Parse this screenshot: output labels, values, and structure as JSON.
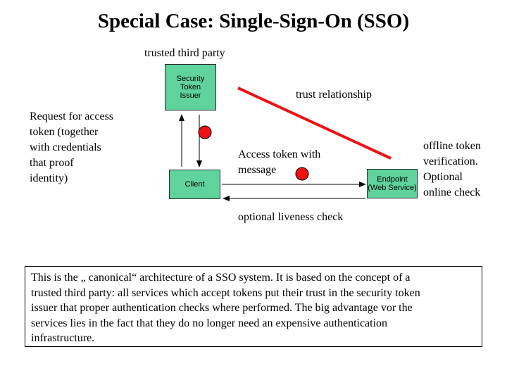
{
  "title": "Special Case: Single-Sign-On (SSO)",
  "labels": {
    "trusted_third_party": "trusted third party",
    "trust_relationship": "trust relationship",
    "request_lines": [
      "Request for access",
      "token (together",
      "with credentials",
      "that proof",
      "identity)"
    ],
    "access_token_lines": [
      "Access token with",
      "message"
    ],
    "offline_lines": [
      "offline token",
      "verification.",
      "Optional",
      "online check"
    ],
    "optional_liveness": "optional liveness check"
  },
  "nodes": {
    "security_token_issuer": "Security\nToken\nIssuer",
    "client": "Client",
    "endpoint": "Endpoint\n(Web Service)"
  },
  "caption_lines": [
    "This is the „ canonical“ architecture of a SSO system. It is based on the concept of a",
    "trusted third party: all services which accept tokens put their trust in the security token",
    "issuer that proper authentication checks where performed. The big advantage vor the",
    "services lies in the fact that they do no longer need an expensive authentication",
    "infrastructure."
  ],
  "colors": {
    "node_fill": "#5fd39b",
    "trust_line": "#ee1111",
    "marker": "#ee1111"
  }
}
